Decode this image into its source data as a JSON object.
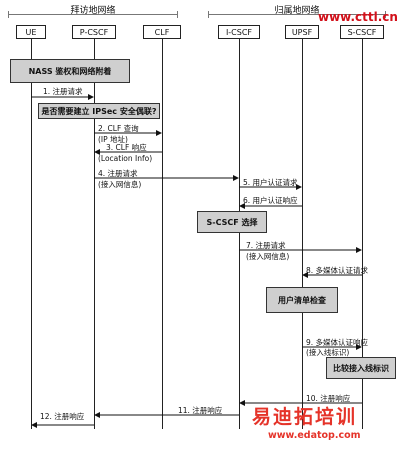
{
  "regions": {
    "visited": "拜访地网络",
    "home": "归属地网络"
  },
  "watermark_top": "www.cttl.cn",
  "entities": [
    "UE",
    "P-CSCF",
    "CLF",
    "I-CSCF",
    "UPSF",
    "S-CSCF"
  ],
  "boxes": {
    "nass": "NASS 鉴权和网络附着",
    "ipsec": "是否需要建立 IPSec 安全偶联?",
    "scscf_select": "S-CSCF 选择",
    "user_check": "用户清单检查",
    "compare": "比较接入线标识"
  },
  "messages": {
    "m1": "1. 注册请求",
    "m2a": "2. CLF 查询",
    "m2b": "(IP 地址)",
    "m3a": "3. CLF 响应",
    "m3b": "(Location Info)",
    "m4a": "4. 注册请求",
    "m4b": "(接入网信息)",
    "m5": "5. 用户认证请求",
    "m6": "6. 用户认证响应",
    "m7a": "7. 注册请求",
    "m7b": "(接入网信息)",
    "m8": "8. 多媒体认证请求",
    "m9a": "9. 多媒体认证响应",
    "m9b": "(接入线标识)",
    "m10": "10. 注册响应",
    "m11": "11. 注册响应",
    "m12": "12. 注册响应"
  },
  "watermark_bottom": {
    "text": "易迪拓培训",
    "url": "www.edatop.com"
  }
}
